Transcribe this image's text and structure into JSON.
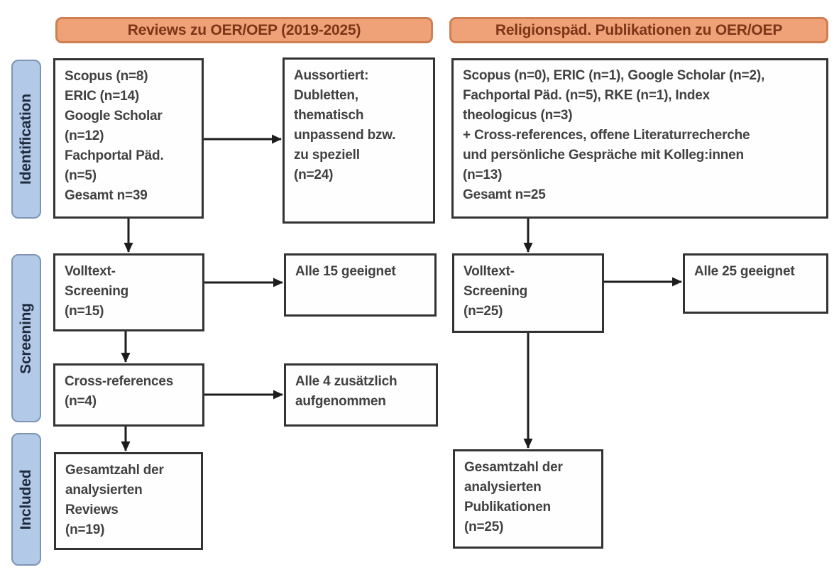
{
  "headers": {
    "left": "Reviews zu OER/OEP (2019-2025)",
    "right": "Religionspäd. Publikationen zu OER/OEP"
  },
  "stages": {
    "identification": "Identification",
    "screening": "Screening",
    "included": "Included"
  },
  "left_column": {
    "sources": "Scopus (n=8)\nERIC (n=14)\nGoogle Scholar\n(n=12)\nFachportal Päd.\n(n=5)\nGesamt n=39",
    "excluded": "Aussortiert:\nDubletten,\nthematisch\nunpassend bzw.\nzu speziell\n(n=24)",
    "fulltext_screening": "Volltext-\nScreening\n(n=15)",
    "fulltext_result": "Alle 15 geeignet",
    "cross_references": "Cross-references\n(n=4)",
    "cross_references_result": "Alle 4 zusätzlich\naufgenommen",
    "included_total": "Gesamtzahl der\nanalysierten\nReviews\n(n=19)"
  },
  "right_column": {
    "sources": "Scopus (n=0), ERIC (n=1), Google Scholar (n=2),\nFachportal Päd. (n=5), RKE (n=1), Index\ntheologicus (n=3)\n+ Cross-references, offene Literaturrecherche\nund persönliche Gespräche mit Kolleg:innen\n(n=13)\nGesamt n=25",
    "fulltext_screening": "Volltext-\nScreening\n(n=25)",
    "fulltext_result": "Alle 25 geeignet",
    "included_total": "Gesamtzahl der\nanalysierten\nPublikationen\n(n=25)"
  },
  "colors": {
    "header_fill": "#efa178",
    "header_border": "#cf7f50",
    "header_text": "#7c3517",
    "stage_fill": "#b3c9e8",
    "stage_border": "#7d94b5",
    "stage_text": "#1e2b3c",
    "box_border": "#333333",
    "box_text": "#414141",
    "arrow": "#1c1c1c"
  }
}
